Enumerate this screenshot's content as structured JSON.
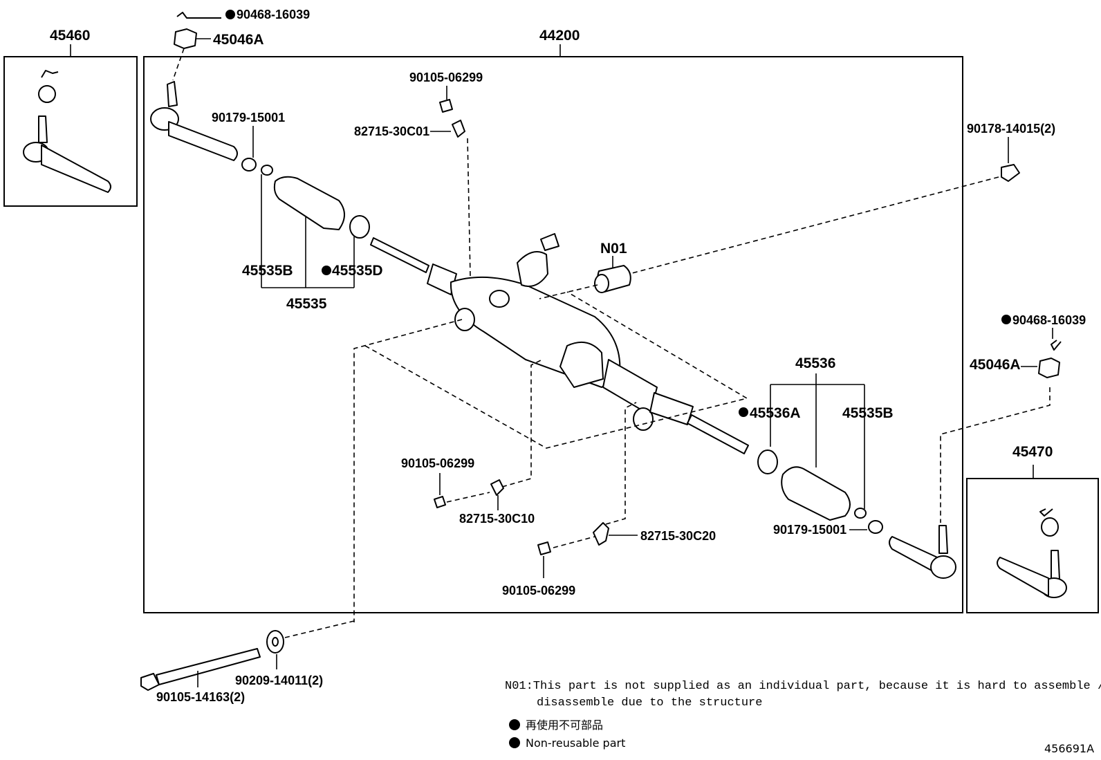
{
  "diagram_id": "456691A",
  "groups": {
    "left_tie_rod": "45460",
    "gear_assembly": "44200",
    "right_tie_rod": "45470"
  },
  "labels": {
    "p_90468_left": "90468-16039",
    "p_45046A_left": "45046A",
    "p_90179_left": "90179-15001",
    "p_45535B_left": "45535B",
    "p_45535D": "45535D",
    "p_45535": "45535",
    "p_90105_top": "90105-06299",
    "p_82715_30C01": "82715-30C01",
    "p_N01": "N01",
    "p_90178": "90178-14015(2)",
    "p_90468_right": "90468-16039",
    "p_45046A_right": "45046A",
    "p_45536": "45536",
    "p_45536A": "45536A",
    "p_45535B_right": "45535B",
    "p_90105_mid": "90105-06299",
    "p_82715_30C10": "82715-30C10",
    "p_82715_30C20": "82715-30C20",
    "p_90105_bottom": "90105-06299",
    "p_90179_right": "90179-15001",
    "p_90105_14163": "90105-14163(2)",
    "p_90209": "90209-14011(2)"
  },
  "notes": {
    "n01_line1": "N01:This part is not supplied as an individual part, because it is hard to assemble /",
    "n01_line2": "disassemble due to the structure"
  },
  "legend": {
    "jp": "再使用不可部品",
    "en": "Non-reusable part"
  }
}
